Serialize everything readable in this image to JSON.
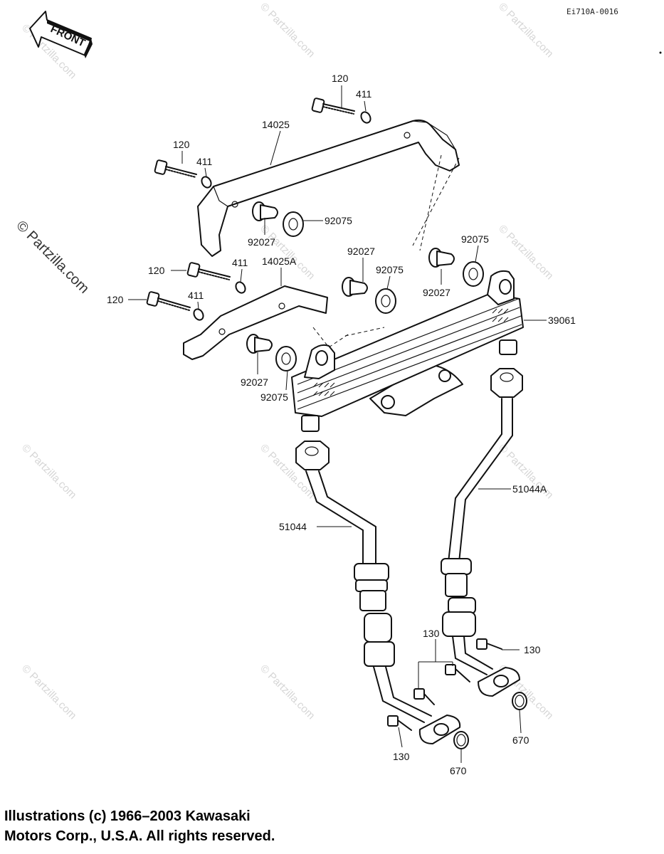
{
  "diagram_code": "Ei710A-0016",
  "front_label": "FRONT",
  "watermark": "© Partzilla.com",
  "parts": {
    "p120_a": "120",
    "p411_a": "411",
    "p14025": "14025",
    "p120_b": "120",
    "p411_b": "411",
    "p92027_a": "92027",
    "p92075_a": "92075",
    "p120_c": "120",
    "p411_c": "411",
    "p14025A": "14025A",
    "p120_d": "120",
    "p411_d": "411",
    "p92027_b": "92027",
    "p92075_b": "92075",
    "p92075_c": "92075",
    "p92027_c": "92027",
    "p39061": "39061",
    "p92027_d": "92027",
    "p92075_d": "92075",
    "p51044A": "51044A",
    "p51044": "51044",
    "p130_a": "130",
    "p130_b": "130",
    "p130_c": "130",
    "p670_a": "670",
    "p670_b": "670"
  },
  "copyright": {
    "line1": "Illustrations (c) 1966–2003 Kawasaki",
    "line2": "Motors Corp., U.S.A.  All rights reserved."
  }
}
